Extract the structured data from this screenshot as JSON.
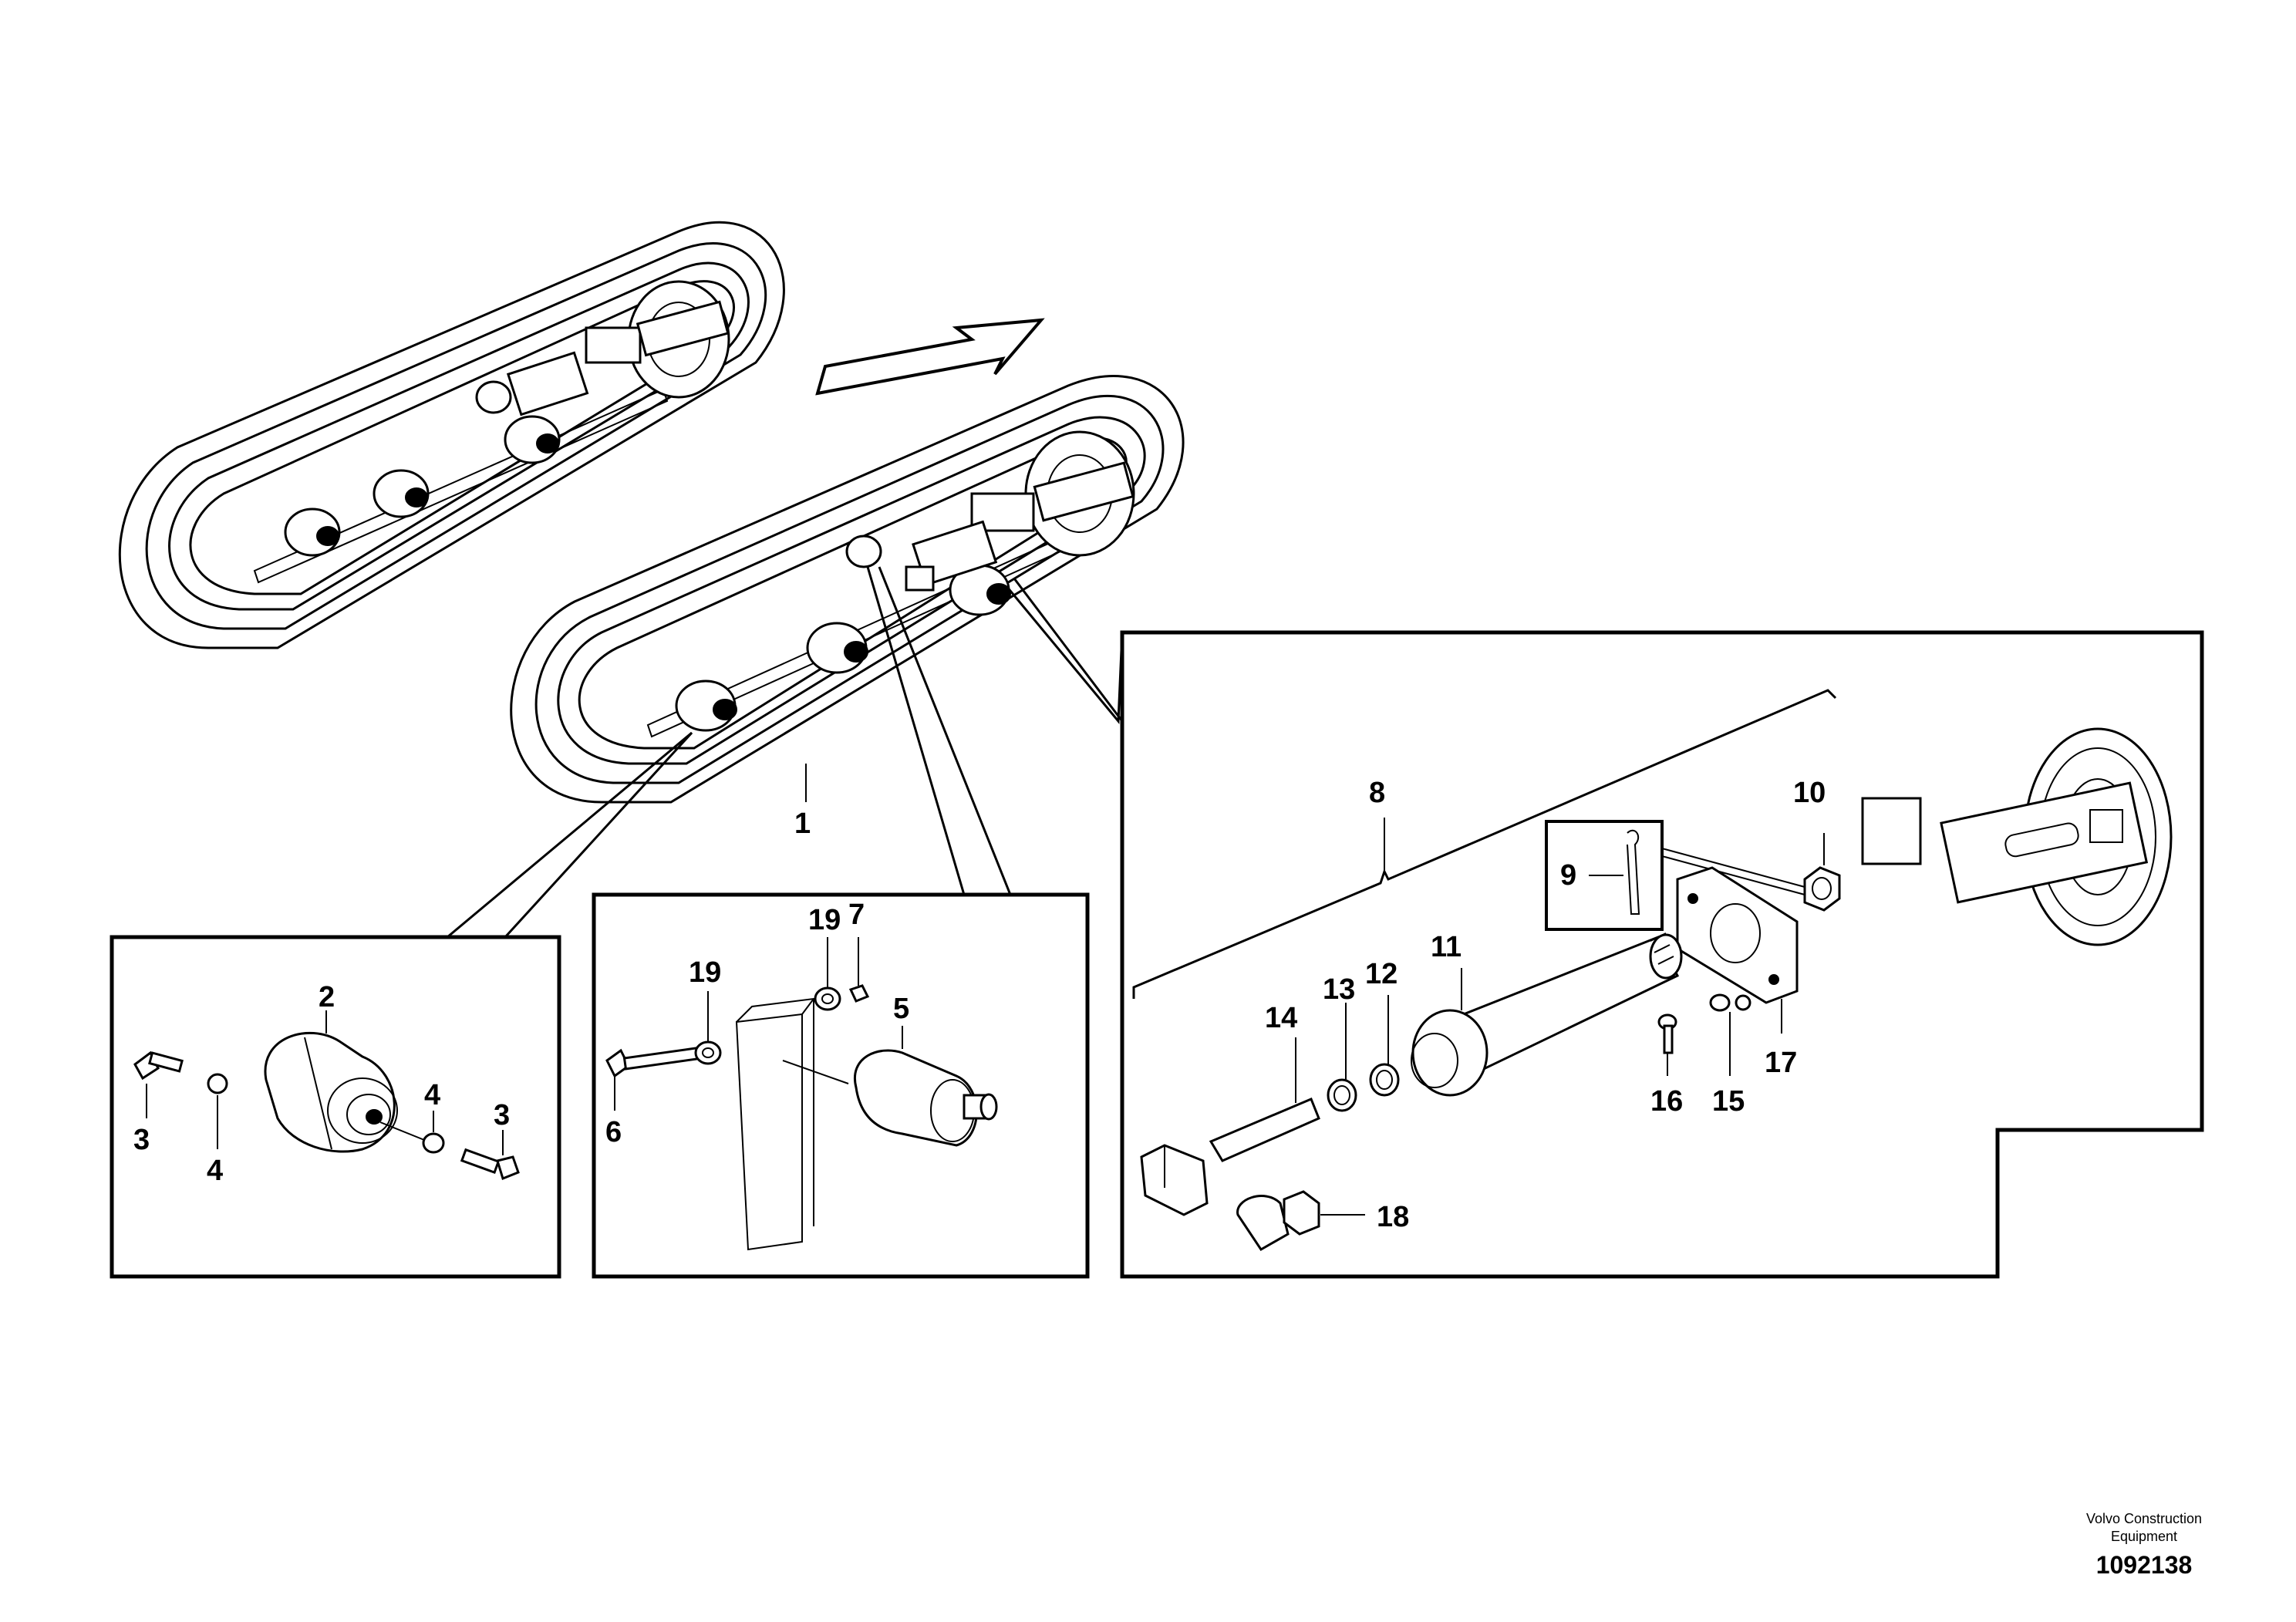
{
  "callouts": {
    "c1": "1",
    "c2": "2",
    "c3a": "3",
    "c3b": "3",
    "c4a": "4",
    "c4b": "4",
    "c5": "5",
    "c6": "6",
    "c7": "7",
    "c8": "8",
    "c9": "9",
    "c10": "10",
    "c11": "11",
    "c12": "12",
    "c13": "13",
    "c14": "14",
    "c15": "15",
    "c16": "16",
    "c17": "17",
    "c18": "18",
    "c19a": "19",
    "c19b": "19"
  },
  "footer": {
    "credit_line1": "Volvo Construction",
    "credit_line2": "Equipment",
    "doc_number": "1092138"
  }
}
